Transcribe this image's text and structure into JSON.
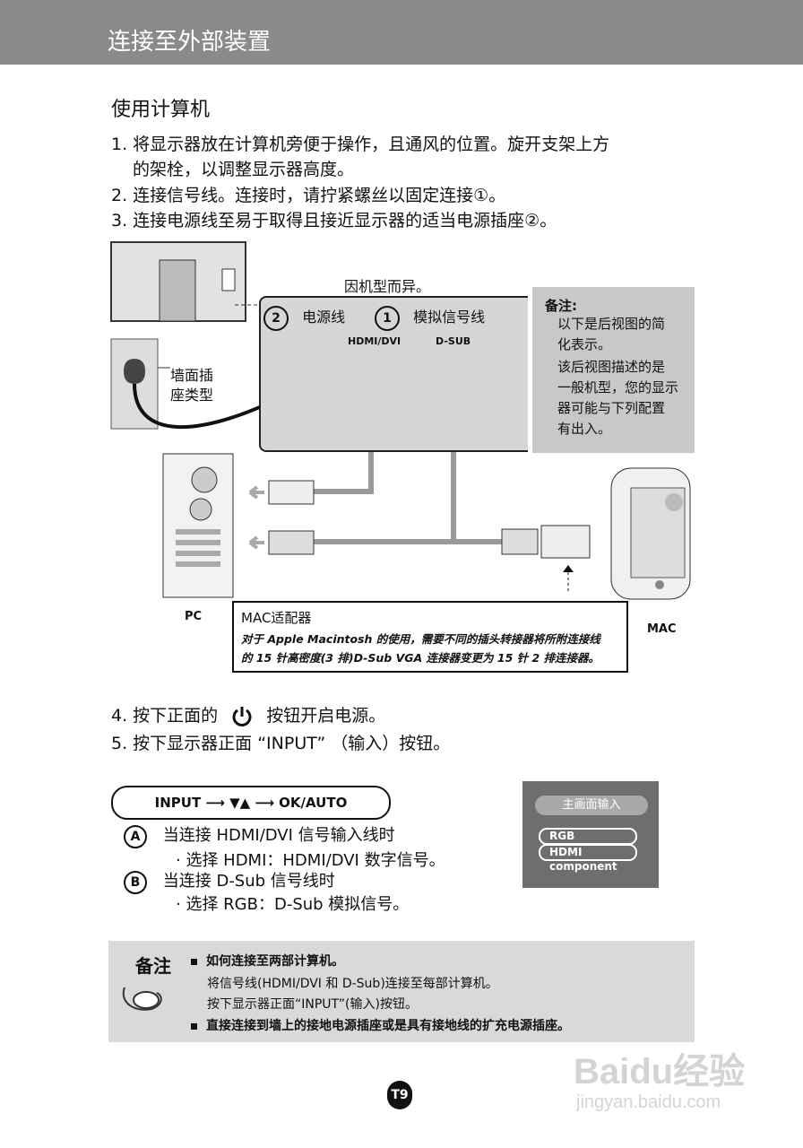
{
  "header": {
    "title": "连接至外部装置"
  },
  "section_title": "使用计算机",
  "steps_top": [
    "1. 将显示器放在计算机旁便于操作，且通风的位置。旋开支架上方",
    "的架栓，以调整显示器高度。",
    "2. 连接信号线。连接时，请拧紧螺丝以固定连接①。",
    "3. 连接电源线至易于取得且接近显示器的适当电源插座②。"
  ],
  "diagram": {
    "varies_label": "因机型而异。",
    "power_num": "2",
    "power_label": "电源线",
    "signal_num": "1",
    "signal_label": "模拟信号线",
    "hdmi_label": "HDMI/DVI",
    "dsub_label": "D-SUB",
    "wall_label": [
      "墙面插",
      "座类型"
    ],
    "pc_label": "PC",
    "mac_label": "MAC",
    "note": {
      "title": "备注:",
      "lines": [
        "以下是后视图的简",
        "化表示。",
        "该后视图描述的是",
        "一般机型，您的显示",
        "器可能与下列配置",
        "有出入。"
      ]
    },
    "mac_adapter": {
      "title": "MAC适配器",
      "lines": [
        "对于 Apple Macintosh 的使用，需要不同的插头转接器将所附连接线",
        "的 15 针高密度(3 排)D-Sub VGA 连接器变更为 15 针 2 排连接器。"
      ]
    }
  },
  "steps_bottom": {
    "step4_pre": "4. 按下正面的",
    "step4_post": "按钮开启电源。",
    "step5": "5. 按下显示器正面 “INPUT” （输入）按钮。"
  },
  "input_sequence": "INPUT  ⟶  ▼▲  ⟶  OK/AUTO",
  "options": [
    {
      "letter": "A",
      "line1": "当连接 HDMI/DVI 信号输入线时",
      "line2": "· 选择 HDMI：HDMI/DVI 数字信号。"
    },
    {
      "letter": "B",
      "line1": "当连接 D-Sub 信号线时",
      "line2": "· 选择 RGB：D-Sub 模拟信号。"
    }
  ],
  "menu": {
    "title": "主画面输入",
    "options": [
      "RGB",
      "HDMI",
      "component"
    ]
  },
  "bottom_note": {
    "label": "备注",
    "lines": [
      "如何连接至两部计算机。",
      "将信号线(HDMI/DVI 和 D-Sub)连接至每部计算机。",
      "按下显示器正面“INPUT”(输入)按钮。",
      "直接连接到墙上的接地电源插座或是具有接地线的扩充电源插座。"
    ]
  },
  "page_number": "T9",
  "watermark": {
    "brand": "Baidu经验",
    "url": "jingyan.baidu.com"
  },
  "colors": {
    "header_bg": "#8a8a8a",
    "note_bg": "#c8c8c8",
    "panel_bg": "#d6d6d6",
    "menu_bg": "#6e6e6e"
  }
}
